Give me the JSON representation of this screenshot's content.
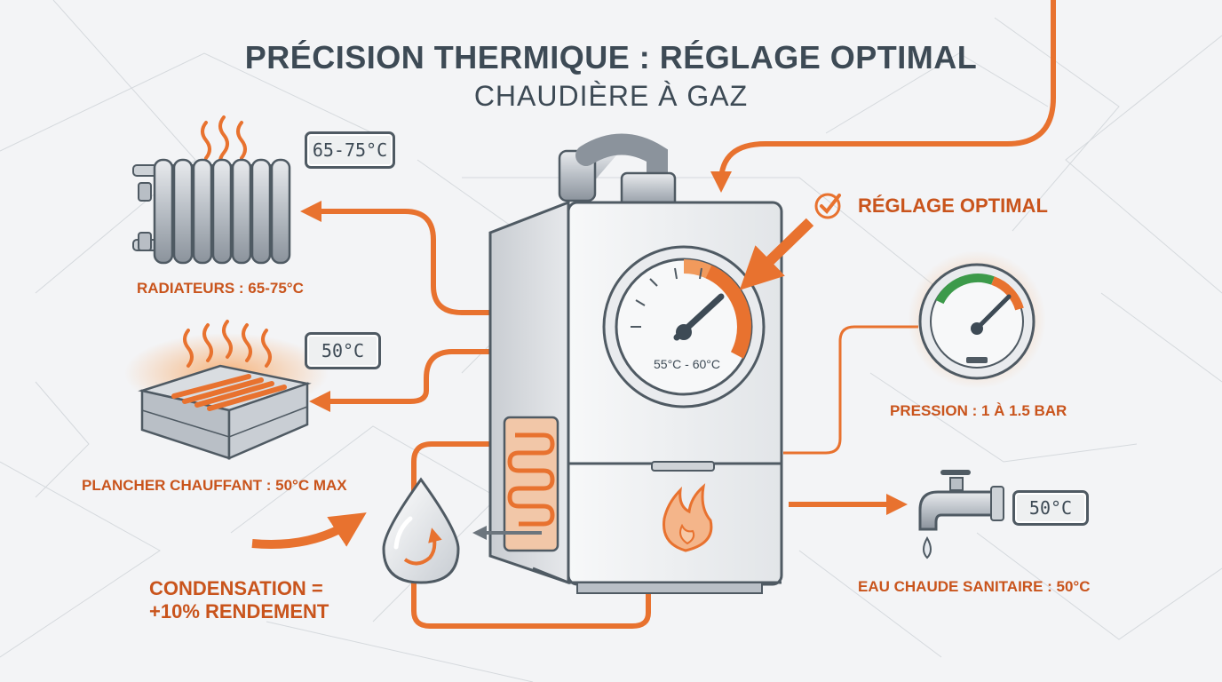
{
  "title": "PRÉCISION THERMIQUE : RÉGLAGE OPTIMAL",
  "subtitle": "CHAUDIÈRE À GAZ",
  "callout": "RÉGLAGE OPTIMAL",
  "radiators": {
    "display": "65-75°C",
    "label": "RADIATEURS : 65-75°C"
  },
  "floor_heating": {
    "display": "50°C",
    "label": "PLANCHER CHAUFFANT : 50°C MAX"
  },
  "boiler_gauge": {
    "label": "55°C - 60°C"
  },
  "pressure": {
    "label": "PRESSION : 1 À 1.5 BAR"
  },
  "hot_water": {
    "display": "50°C",
    "label": "EAU CHAUDE SANITAIRE : 50°C"
  },
  "condensation": {
    "line1": "CONDENSATION =",
    "line2": "+10% RENDEMENT"
  },
  "colors": {
    "accent": "#e8722f",
    "accent_dark": "#c9541c",
    "ink": "#3d4a55",
    "green": "#3c9a4a"
  }
}
